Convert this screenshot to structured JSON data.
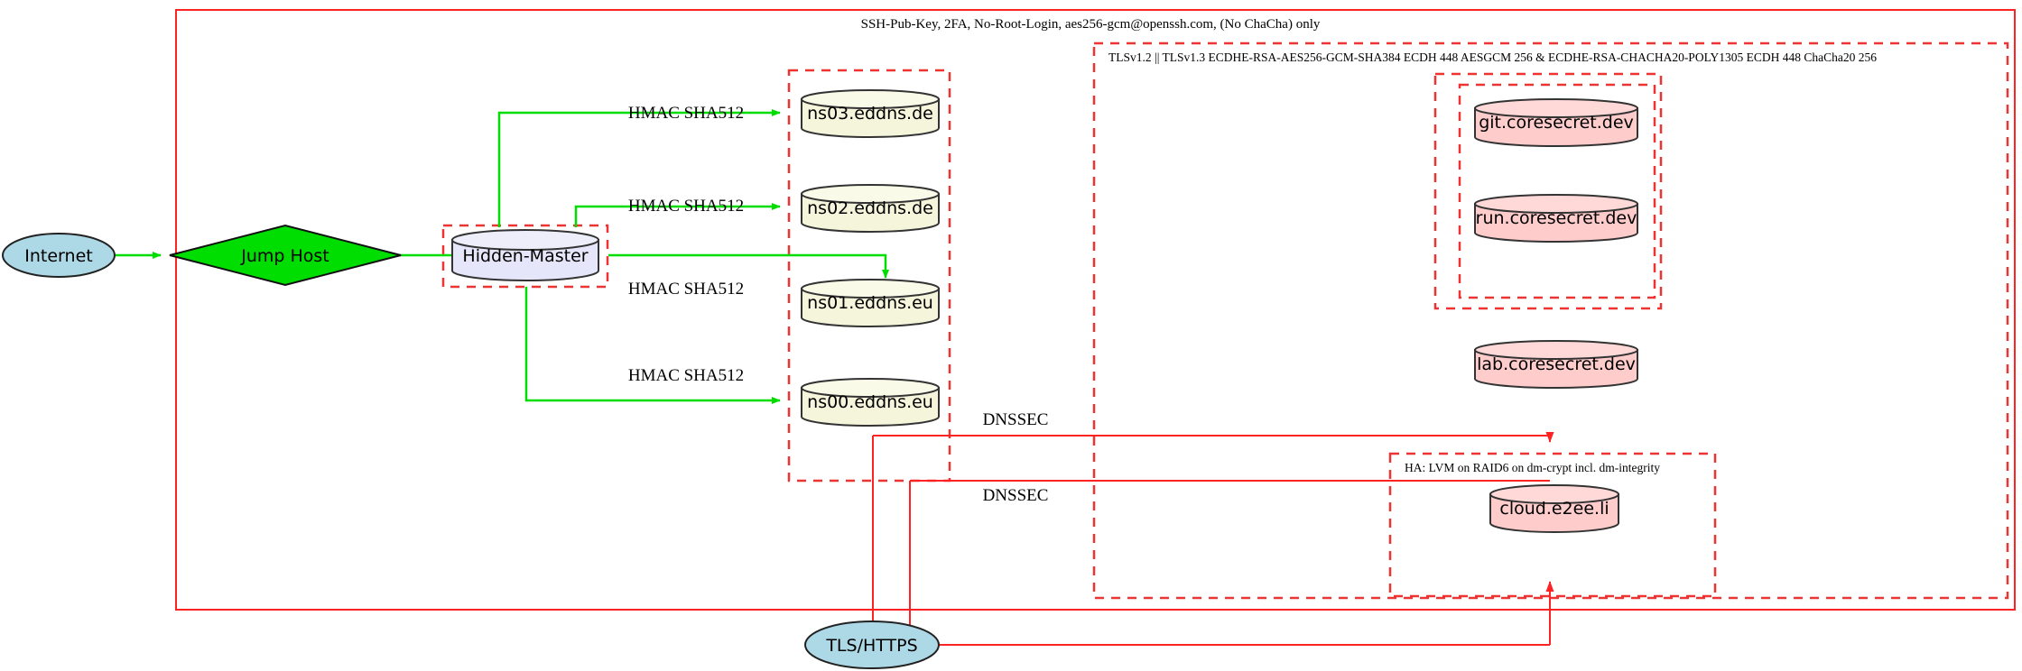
{
  "diagram": {
    "title_top": "SSH-Pub-Key, 2FA, No-Root-Login, aes256-gcm@openssh.com, (No ChaCha) only",
    "tls_box_label": "TLSv1.2 || TLSv1.3 ECDHE-RSA-AES256-GCM-SHA384 ECDH 448 AESGCM 256 & ECDHE-RSA-CHACHA20-POLY1305 ECDH 448 ChaCha20 256",
    "ha_box_label": "HA: LVM on RAID6 on dm-crypt incl. dm-integrity",
    "nodes": {
      "internet": "Internet",
      "jump_host": "Jump Host",
      "hidden_master": "Hidden-Master",
      "ns03": "ns03.eddns.de",
      "ns02": "ns02.eddns.de",
      "ns01": "ns01.eddns.eu",
      "ns00": "ns00.eddns.eu",
      "git": "git.coresecret.dev",
      "run": "run.coresecret.dev",
      "lab": "lab.coresecret.dev",
      "cloud": "cloud.e2ee.li",
      "tls_https": "TLS/HTTPS"
    },
    "edge_labels": {
      "hmac_ns03": "HMAC SHA512",
      "hmac_ns02": "HMAC SHA512",
      "hmac_ns01": "HMAC SHA512",
      "hmac_ns00": "HMAC SHA512",
      "dnssec_upper": "DNSSEC",
      "dnssec_lower": "DNSSEC"
    },
    "colors": {
      "boundary_red": "#ff0000",
      "dashed_red": "#ee3333",
      "link_green": "#00dd00",
      "node_green": "#00dd00",
      "node_blue": "#add8e6",
      "node_lavender": "#e6e6fa",
      "node_yellow": "#f5f5dc",
      "node_pink": "#ffcccc",
      "stroke_dark": "#333333"
    }
  }
}
